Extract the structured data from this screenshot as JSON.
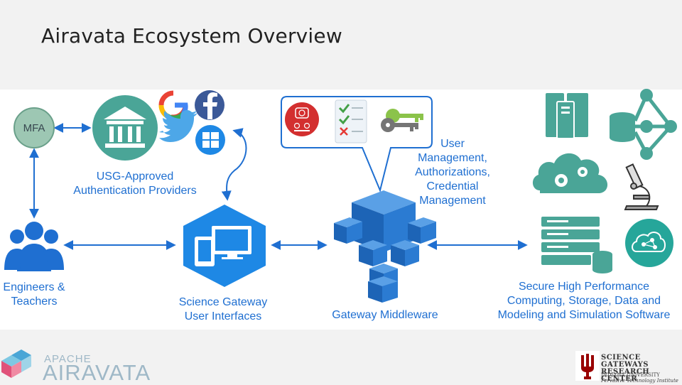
{
  "slide": {
    "title": "Airavata Ecosystem Overview"
  },
  "labels": {
    "mfa": "MFA",
    "auth_line1": "USG-Approved",
    "auth_line2": "Authentication Providers",
    "users_line1": "Engineers &",
    "users_line2": "Teachers",
    "gateway_line1": "Science Gateway",
    "gateway_line2": "User Interfaces",
    "middleware": "Gateway Middleware",
    "usermgmt_line1": "User",
    "usermgmt_line2": "Management,",
    "usermgmt_line3": "Authorizations,",
    "usermgmt_line4": "Credential",
    "usermgmt_line5": "Management",
    "hpc_line1": "Secure High Performance",
    "hpc_line2": "Computing, Storage, Data and",
    "hpc_line3": "Modeling and Simulation Software"
  },
  "footer": {
    "apache_small": "APACHE",
    "apache_big": "AIRAVATA",
    "sgrc_line1": "SCIENCE GATEWAYS",
    "sgrc_line2": "RESEARCH CENTER",
    "sgrc_line3": "INDIANA UNIVERSITY",
    "sgrc_line4": "Pervasive Technology Institute"
  },
  "colors": {
    "blue": "#1f6fd1",
    "teal": "#4aa597",
    "mfa_fill": "#9dc7b3",
    "cube_blue": "#3b87d6"
  }
}
